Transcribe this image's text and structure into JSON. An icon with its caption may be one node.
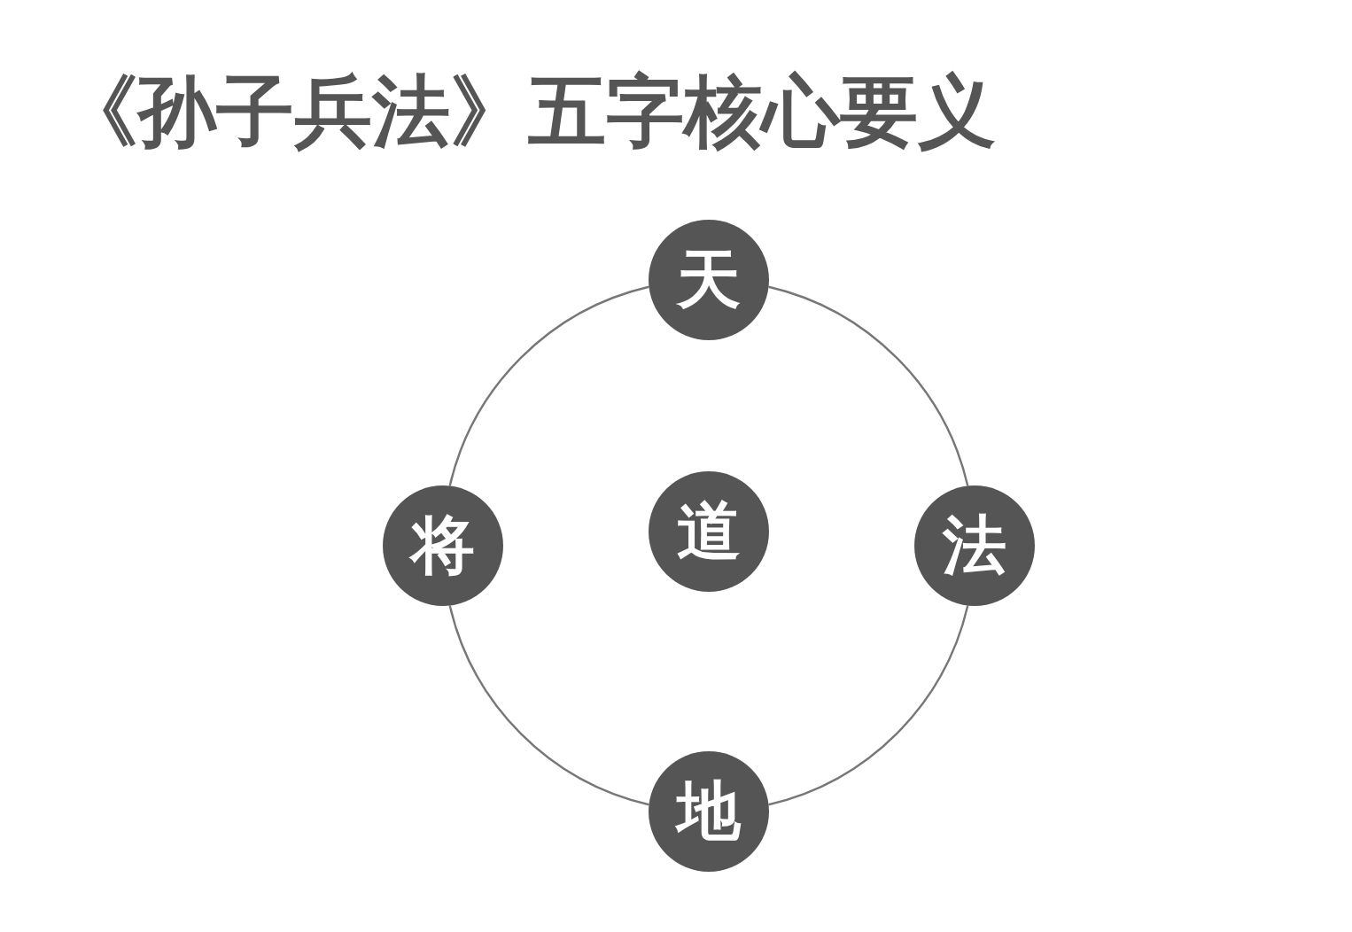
{
  "diagram": {
    "title": "《孙子兵法》五字核心要义",
    "nodes": [
      {
        "text": [
          "天"
        ]
      },
      {
        "text": [
          "将"
        ]
      },
      {
        "text": [
          "道"
        ]
      },
      {
        "text": [
          "法"
        ]
      },
      {
        "text": [
          "地"
        ]
      }
    ],
    "edges": [
      {
        "from": 0,
        "to": 3,
        "arrow": "none"
      },
      {
        "from": 3,
        "to": 4,
        "arrow": "none"
      },
      {
        "from": 4,
        "to": 1,
        "arrow": "none"
      },
      {
        "from": 1,
        "to": 0,
        "arrow": "none"
      }
    ]
  }
}
